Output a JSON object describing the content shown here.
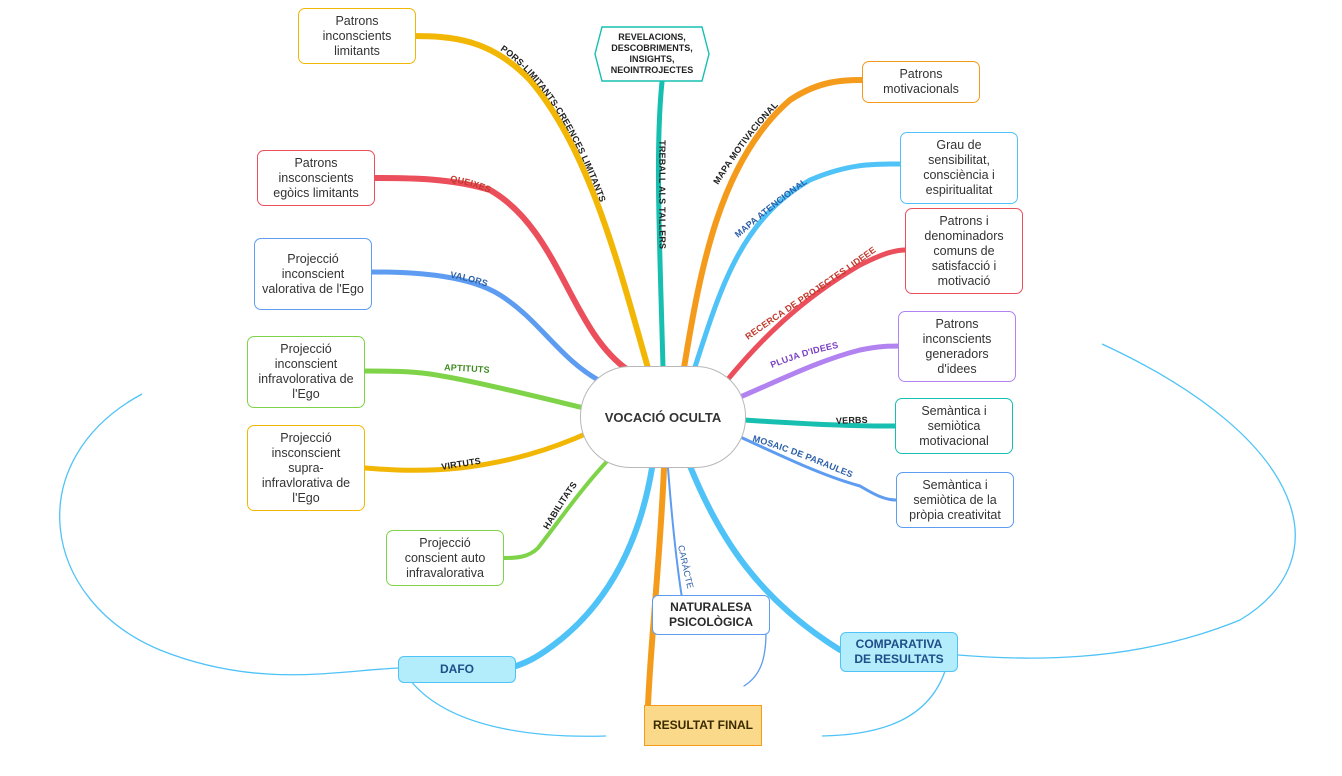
{
  "colors": {
    "teal": "#17bfb0",
    "orange_gold": "#f2b705",
    "red": "#ec4f5c",
    "blue_mid": "#5d9cf0",
    "green": "#7ed348",
    "orange": "#f59b1c",
    "sky": "#4fc3f7",
    "purple": "#b182f0",
    "cyan_fill": "#b3ecfa",
    "gold_fill": "#fbd98a"
  },
  "center": {
    "label": "VOCACIÓ OCULTA"
  },
  "top_node": {
    "label": "REVELACIONS, DESCOBRIMENTS, INSIGHTS, NEOINTROJECTES",
    "line1": "REVELACIONS,",
    "line2": "DESCOBRIMENTS,",
    "line3": "INSIGHTS,",
    "line4": "NEOINTROJECTES"
  },
  "branches": {
    "treball": "TREBALL ALS TALLERS",
    "pors": "PORS-LIMITANTS-CREENCES LIMITANTS",
    "queixes": "QUEIXES",
    "valors": "VALORS",
    "aptituts": "APTITUTS",
    "virtuts": "VIRTUTS",
    "habilitats": "HABILITATS",
    "mapa_motivacional": "MAPA MOTIVACIONAL",
    "mapa_atencional": "MAPA ATENCIONAL",
    "recerca": "RECERCA DE PROJECTES I IDEEES",
    "pluja": "PLUJA D'IDEES",
    "verbs": "VERBS",
    "mosaic": "MOSAIC DE PARAULES",
    "caracter": "CARÀCTER"
  },
  "nodes": {
    "patrons_limitants": "Patrons inconscients limitants",
    "patrons_egoics": "Patrons insconscients egòics limitants",
    "projeccio_valorativa": "Projecció inconscient valorativa de l'Ego",
    "projeccio_infra": "Projecció inconscient infravolorativa de l'Ego",
    "projeccio_supra": "Projecció insconscient supra-infravlorativa de l'Ego",
    "projeccio_conscient": "Projecció conscient auto infravalorativa",
    "patrons_motivacionals": "Patrons motivacionals",
    "grau_sensibilitat": "Grau de sensibilitat, consciència i espiritualitat",
    "patrons_denominadors": "Patrons i denominadors comuns de satisfacció i motivació",
    "patrons_generadors": "Patrons inconscients generadors d'idees",
    "semantica_motivacional": "Semàntica i semiòtica motivacional",
    "semantica_creativitat": "Semàntica i semiòtica de la pròpia creativitat",
    "naturalesa": "NATURALESA PSICOLÒGICA",
    "dafo": "DAFO",
    "comparativa": "COMPARATIVA DE RESULTATS",
    "resultat": "RESULTAT FINAL"
  }
}
